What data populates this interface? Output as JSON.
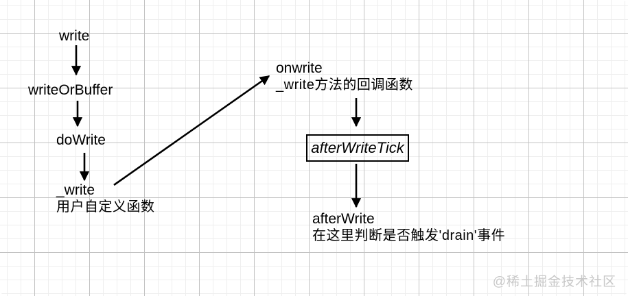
{
  "colors": {
    "background": "#ffffff",
    "text": "#000000",
    "grid_minor": "#eeeeee",
    "grid_major": "#c2c2c2",
    "arrow": "#000000",
    "watermark": "#c8c8c8"
  },
  "nodes": {
    "write": {
      "label": "write"
    },
    "write_or_buffer": {
      "label": "writeOrBuffer"
    },
    "do_write": {
      "label": "doWrite"
    },
    "underscore_write": {
      "label": "_write",
      "note": "用户自定义函数"
    },
    "onwrite": {
      "label": "onwrite",
      "note": "_write方法的回调函数"
    },
    "after_write_tick": {
      "label": "afterWriteTick"
    },
    "after_write": {
      "label": "afterWrite",
      "note": "在这里判断是否触发'drain'事件"
    }
  },
  "edges": [
    {
      "from": "write",
      "to": "writeOrBuffer"
    },
    {
      "from": "writeOrBuffer",
      "to": "doWrite"
    },
    {
      "from": "doWrite",
      "to": "_write"
    },
    {
      "from": "_write",
      "to": "onwrite"
    },
    {
      "from": "onwrite",
      "to": "afterWriteTick"
    },
    {
      "from": "afterWriteTick",
      "to": "afterWrite"
    }
  ],
  "watermark": "@稀土掘金技术社区"
}
